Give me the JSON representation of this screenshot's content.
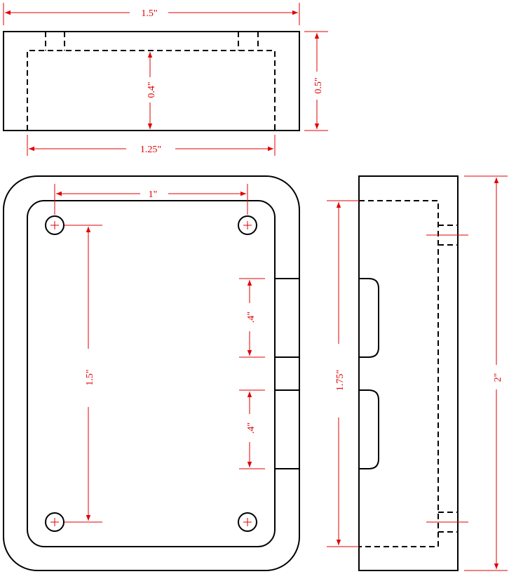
{
  "colors": {
    "outline": "#000000",
    "dimension": "#e00000",
    "background": "#ffffff"
  },
  "top_view": {
    "overall_length": "1.5\"",
    "inner_length": "1.25\"",
    "height": "0.5\"",
    "pocket_depth": "0.4\""
  },
  "front_view": {
    "hole_spacing_horizontal": "1\"",
    "hole_spacing_vertical": "1.5\"",
    "slot_upper": ".4\"",
    "slot_lower": ".4\""
  },
  "side_view": {
    "inner_length": "1.75\"",
    "overall_length": "2\""
  }
}
